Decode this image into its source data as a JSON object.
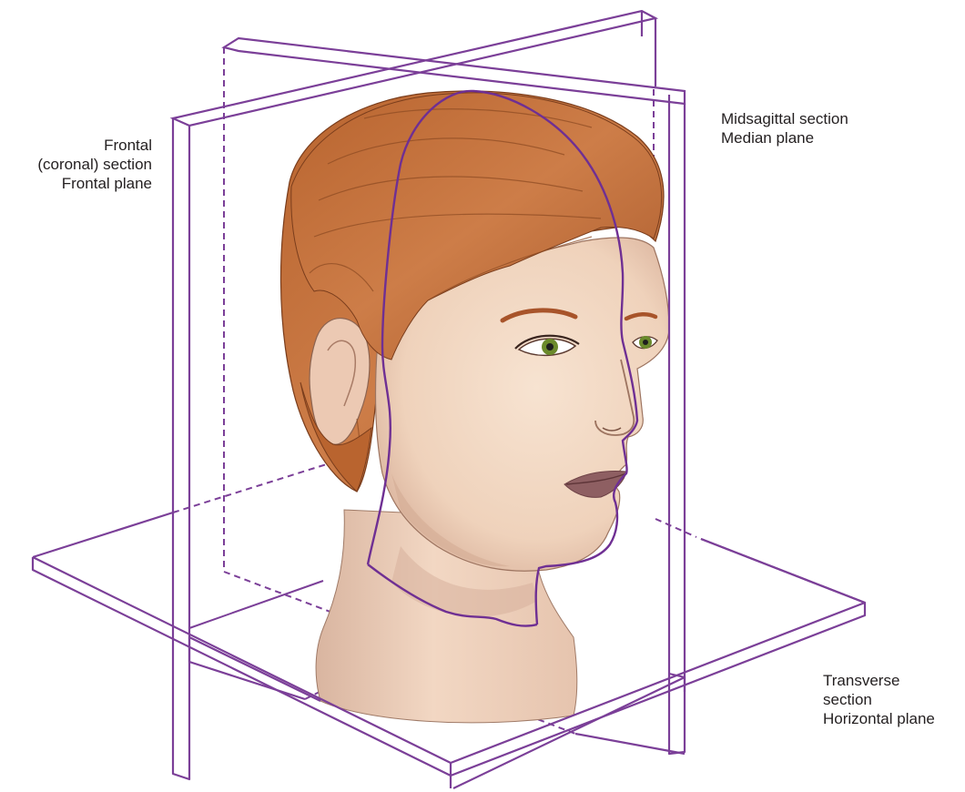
{
  "labels": {
    "frontal": [
      "Frontal",
      "(coronal) section",
      "Frontal plane"
    ],
    "midsagittal": [
      "Midsagittal section",
      "Median plane"
    ],
    "transverse": [
      "Transverse",
      "section",
      "Horizontal plane"
    ]
  },
  "colors": {
    "plane_outline": "#7b3f98",
    "hair": "#c5723f",
    "hair_shadow": "#9b5026",
    "skin": "#f3d9c3",
    "skin_shadow": "#dcb49c",
    "iris": "#6b8a2c",
    "lips": "#8e5f62",
    "text": "#231f20"
  }
}
